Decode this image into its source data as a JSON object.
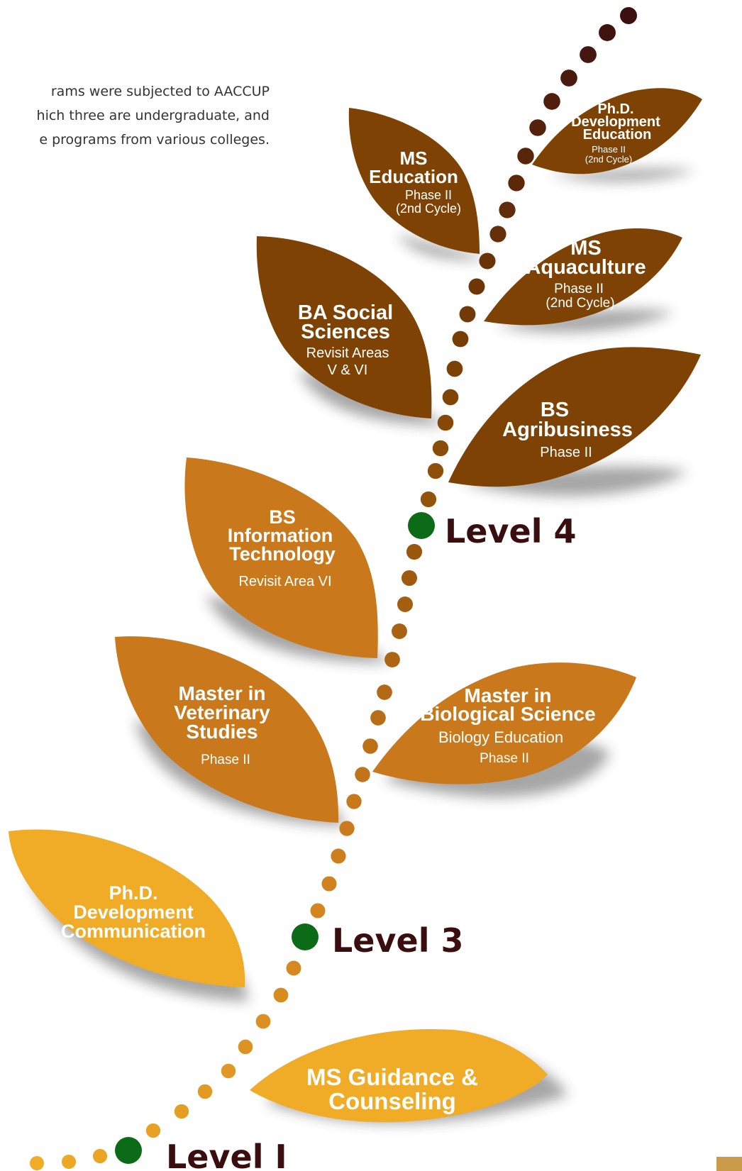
{
  "intro": {
    "lines": [
      "rams were subjected to AACCUP",
      "hich three are undergraduate, and",
      "e programs from various colleges."
    ]
  },
  "levels": [
    {
      "key": "level1",
      "label": "Level I"
    },
    {
      "key": "level3",
      "label": "Level 3"
    },
    {
      "key": "level4",
      "label": "Level 4"
    }
  ],
  "programs": [
    {
      "key": "phd-devcom",
      "title": [
        "Ph.D.",
        "Development",
        "Communication"
      ],
      "details": []
    },
    {
      "key": "ms-guidance",
      "title": [
        "MS Guidance &",
        "Counseling"
      ],
      "details": []
    },
    {
      "key": "mvs",
      "title": [
        "Master in",
        "Veterinary",
        "Studies"
      ],
      "details": [
        "Phase II"
      ]
    },
    {
      "key": "mbs",
      "title": [
        "Master in",
        "Biological Science"
      ],
      "details": [
        "Biology Education",
        "Phase II"
      ]
    },
    {
      "key": "bsit",
      "title": [
        "BS",
        "Information",
        "Technology"
      ],
      "details": [
        "Revisit Area VI"
      ]
    },
    {
      "key": "ba-socsci",
      "title": [
        "BA Social",
        "Sciences"
      ],
      "details": [
        "Revisit Areas",
        "V & VI"
      ]
    },
    {
      "key": "bs-agribusiness",
      "title": [
        "BS",
        "Agribusiness"
      ],
      "details": [
        "Phase II"
      ]
    },
    {
      "key": "ms-aquaculture",
      "title": [
        "MS",
        "Aquaculture"
      ],
      "details": [
        "Phase II",
        "(2nd Cycle)"
      ]
    },
    {
      "key": "ms-education",
      "title": [
        "MS",
        "Education"
      ],
      "details": [
        "Phase II",
        "(2nd Cycle)"
      ]
    },
    {
      "key": "phd-deved",
      "title": [
        "Ph.D.",
        "Development",
        "Education"
      ],
      "details": [
        "Phase II",
        "(2nd Cycle)"
      ]
    }
  ],
  "colors": {
    "level1_leaf": "#f0ab27",
    "level3_leaf": "#c9791c",
    "level4_leaf": "#7e4304",
    "level_marker": "#0b6b16",
    "level_text": "#3a0e0e",
    "dot_start": "#f0ab27",
    "dot_end": "#3d1010"
  }
}
